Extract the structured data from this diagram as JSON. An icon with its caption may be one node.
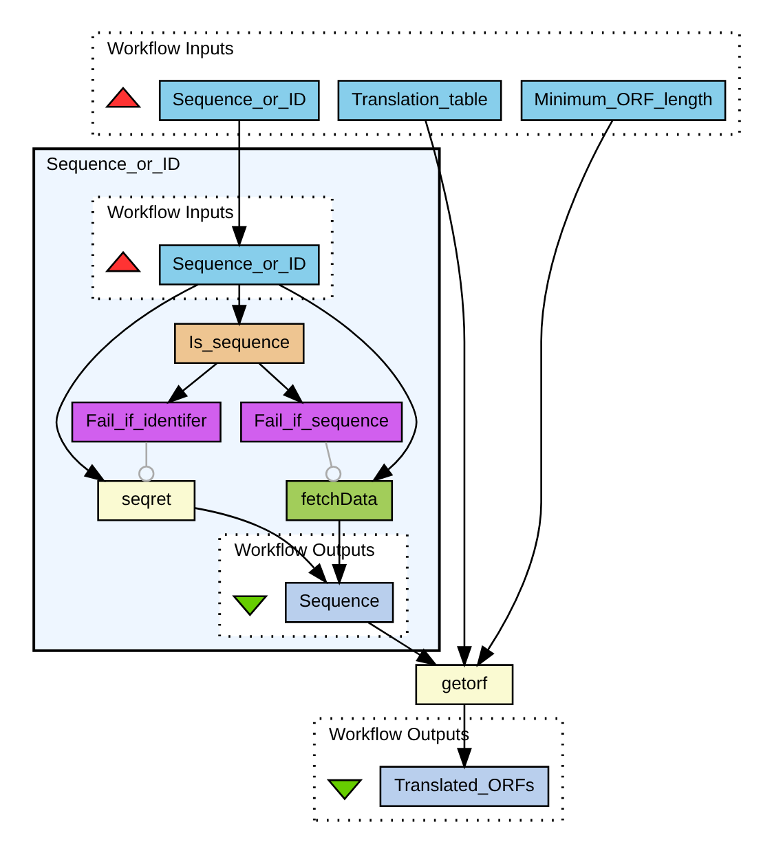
{
  "diagram": {
    "nodes": [
      {
        "text": [
          "Workflow Inputs"
        ]
      },
      {
        "text": [
          "Sequence_or_ID"
        ],
        "in": 0
      },
      {
        "text": [
          "Translation_table"
        ],
        "in": 0
      },
      {
        "text": [
          "Minimum_ORF_length"
        ],
        "in": 0
      },
      {
        "text": [],
        "shape": "triangle",
        "in": 0
      },
      {
        "text": [
          "Sequence_or_ID"
        ]
      },
      {
        "text": [
          "Workflow Inputs"
        ],
        "in": 5
      },
      {
        "text": [
          "Sequence_or_ID"
        ],
        "in": 6
      },
      {
        "text": [],
        "shape": "triangle",
        "in": 6
      },
      {
        "text": [
          "Is_sequence"
        ],
        "in": 5
      },
      {
        "text": [
          "Fail_if_identifer"
        ],
        "in": 5
      },
      {
        "text": [
          "Fail_if_sequence"
        ],
        "in": 5
      },
      {
        "text": [
          "seqret"
        ],
        "in": 5
      },
      {
        "text": [
          "fetchData"
        ],
        "in": 5
      },
      {
        "text": [
          "Workflow Outputs"
        ],
        "in": 5
      },
      {
        "text": [
          "Sequence"
        ],
        "in": 14
      },
      {
        "text": [],
        "shape": "triangle",
        "in": 14
      },
      {
        "text": [
          "getorf"
        ]
      },
      {
        "text": [
          "Workflow Outputs"
        ]
      },
      {
        "text": [
          "Translated_ORFs"
        ],
        "in": 18
      },
      {
        "text": [],
        "shape": "triangle",
        "in": 18
      }
    ],
    "edges": [
      {
        "from": 1,
        "to": 7,
        "arrow": "to"
      },
      {
        "from": 2,
        "to": 17,
        "arrow": "to"
      },
      {
        "from": 3,
        "to": 17,
        "arrow": "to"
      },
      {
        "from": 7,
        "to": 9,
        "arrow": "to"
      },
      {
        "from": 7,
        "to": 12,
        "arrow": "to"
      },
      {
        "from": 7,
        "to": 13,
        "arrow": "to"
      },
      {
        "from": 9,
        "to": 10,
        "arrow": "to"
      },
      {
        "from": 9,
        "to": 11,
        "arrow": "to"
      },
      {
        "from": 10,
        "to": 12,
        "arrow": "other",
        "color": "#aaaaaa"
      },
      {
        "from": 11,
        "to": 13,
        "arrow": "other",
        "color": "#aaaaaa"
      },
      {
        "from": 12,
        "to": 15,
        "arrow": "to"
      },
      {
        "from": 13,
        "to": 15,
        "arrow": "to"
      },
      {
        "from": 15,
        "to": 17,
        "arrow": "to"
      },
      {
        "from": 17,
        "to": 19,
        "arrow": "to"
      }
    ]
  }
}
